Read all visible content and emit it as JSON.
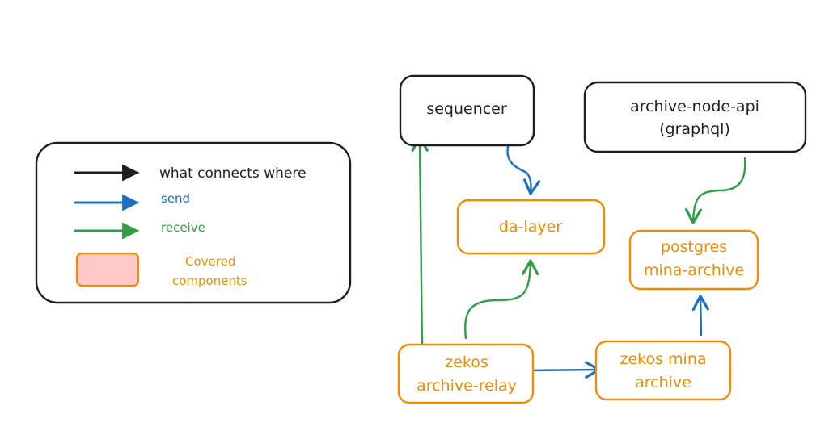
{
  "legend": {
    "items": [
      {
        "label": "what connects where",
        "color": "#1e1e1e"
      },
      {
        "label": "send",
        "color": "#1971c2"
      },
      {
        "label": "receive",
        "color": "#2f9e44"
      }
    ],
    "swatch_label_line1": "Covered",
    "swatch_label_line2": "components",
    "swatch_fill": "#ffc9c9",
    "swatch_stroke": "#f08c00"
  },
  "nodes": {
    "sequencer": {
      "label": "sequencer",
      "covered": false
    },
    "archive_node_api": {
      "line1": "archive-node-api",
      "line2": "(graphql)",
      "covered": false
    },
    "da_layer": {
      "label": "da-layer",
      "covered": true
    },
    "postgres": {
      "line1": "postgres",
      "line2": "mina-archive",
      "covered": true
    },
    "zekos_relay": {
      "line1": "zekos",
      "line2": "archive-relay",
      "covered": true
    },
    "zekos_mina": {
      "line1": "zekos mina",
      "line2": "archive",
      "covered": true
    }
  },
  "edges": [
    {
      "from": "zekos archive-relay",
      "to": "sequencer",
      "kind": "receive"
    },
    {
      "from": "sequencer",
      "to": "da-layer",
      "kind": "send"
    },
    {
      "from": "zekos archive-relay",
      "to": "da-layer",
      "kind": "receive"
    },
    {
      "from": "zekos archive-relay",
      "to": "zekos mina archive",
      "kind": "send"
    },
    {
      "from": "zekos mina archive",
      "to": "postgres mina-archive",
      "kind": "send"
    },
    {
      "from": "archive-node-api",
      "to": "postgres mina-archive",
      "kind": "receive"
    }
  ],
  "colors": {
    "black": "#1e1e1e",
    "send": "#1971c2",
    "receive": "#2f9e44",
    "covered": "#f08c00"
  }
}
